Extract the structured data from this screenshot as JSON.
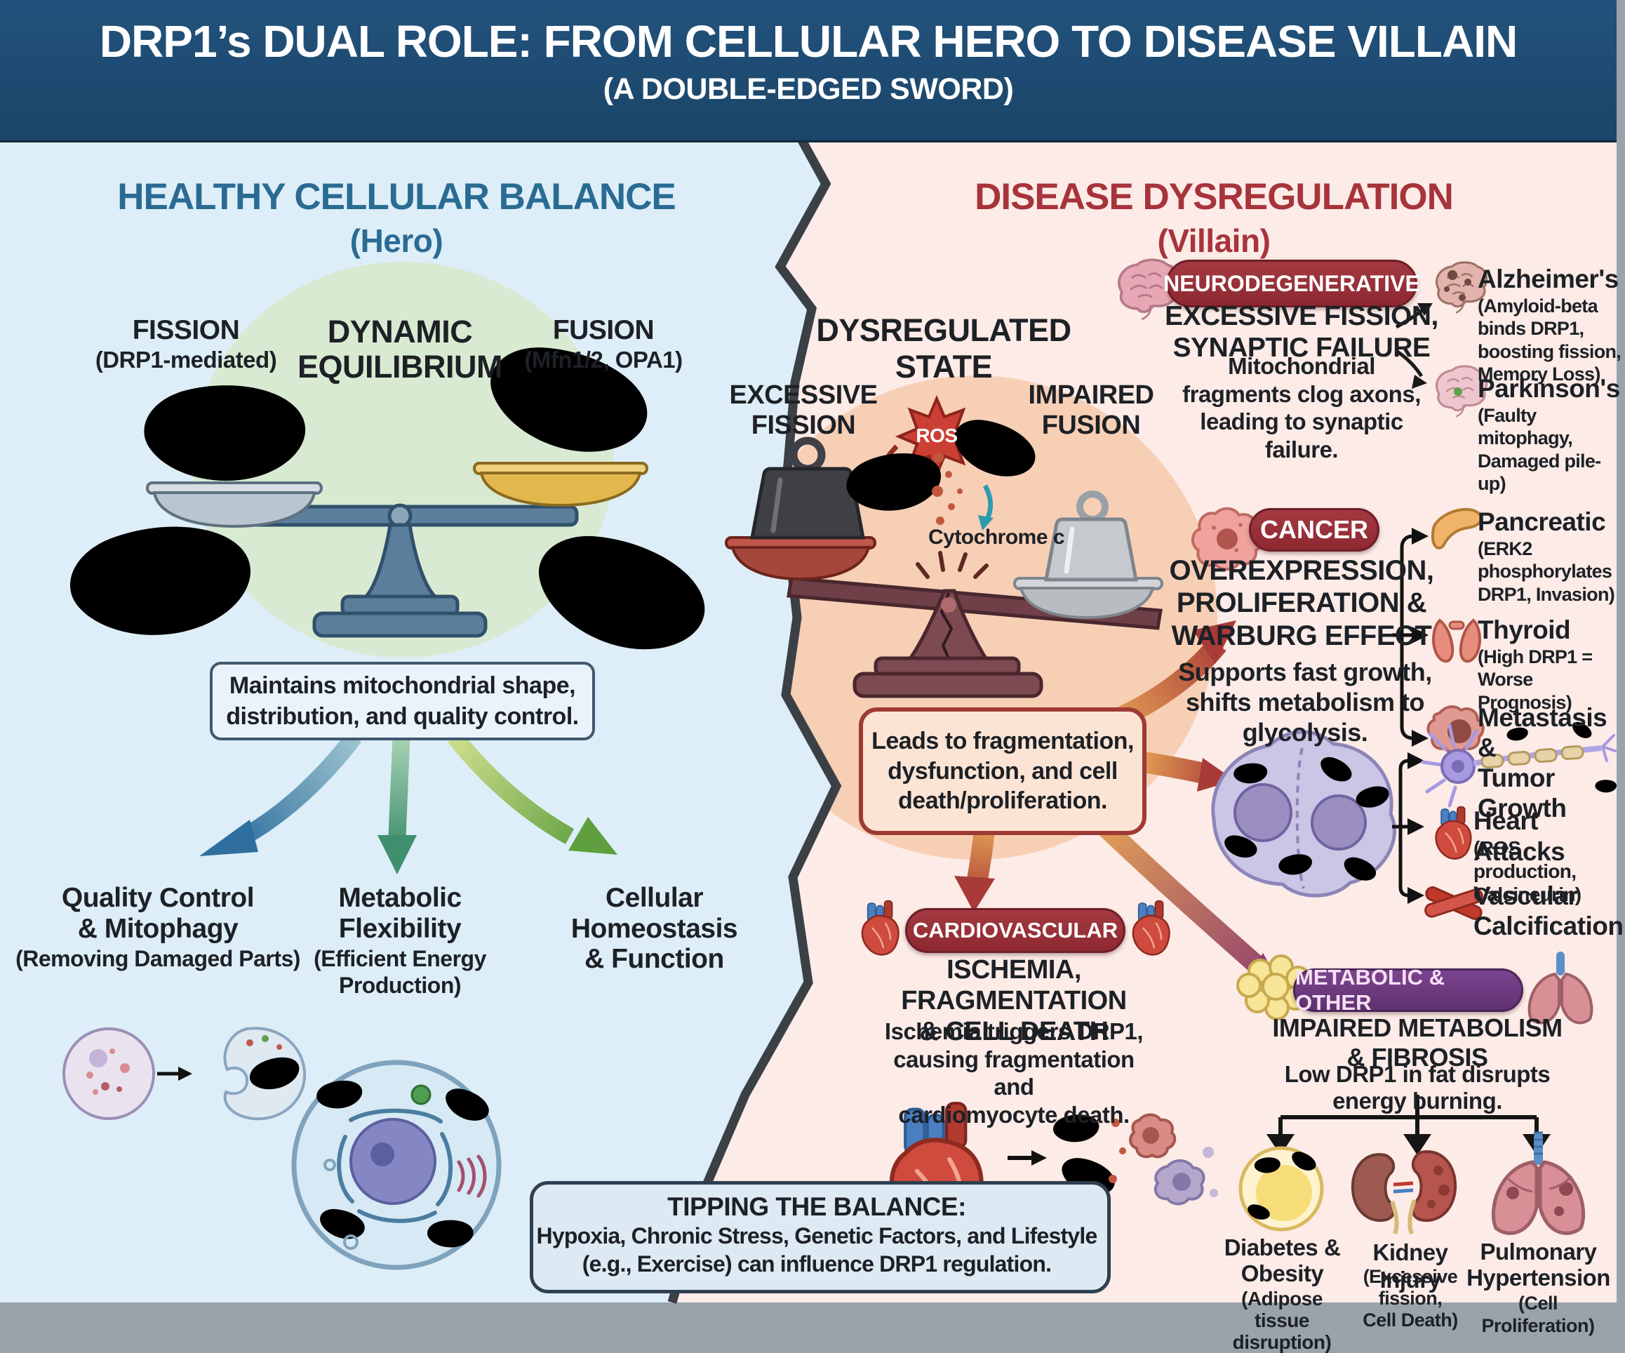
{
  "title": {
    "line1": "DRP1’s DUAL ROLE: FROM CELLULAR HERO TO DISEASE VILLAIN",
    "line2": "(A DOUBLE-EDGED SWORD)"
  },
  "left": {
    "heading": "HEALTHY CELLULAR BALANCE",
    "subheading": "(Hero)",
    "fission": {
      "label": "FISSION",
      "sub": "(DRP1-mediated)"
    },
    "equilibrium": "DYNAMIC\nEQUILIBRIUM",
    "fusion": {
      "label": "FUSION",
      "sub": "(Mfn1/2, OPA1)"
    },
    "maintains": "Maintains mitochondrial shape,\ndistribution, and quality control.",
    "outcomes": [
      {
        "title": "Quality Control\n& Mitophagy",
        "sub": "(Removing Damaged Parts)"
      },
      {
        "title": "Metabolic\nFlexibility",
        "sub": "(Efficient Energy\nProduction)"
      },
      {
        "title": "Cellular\nHomeostasis\n& Function",
        "sub": ""
      }
    ]
  },
  "right": {
    "heading": "DISEASE DYSREGULATION",
    "subheading": "(Villain)",
    "state": "DYSREGULATED\nSTATE",
    "excessive": "EXCESSIVE\nFISSION",
    "ros": "ROS",
    "impaired": "IMPAIRED\nFUSION",
    "cytochrome": "Cytochrome c",
    "leads": "Leads to fragmentation,\ndysfunction, and cell\ndeath/proliferation.",
    "neuro": {
      "badge": "NEURODEGENERATIVE",
      "title": "EXCESSIVE FISSION,\nSYNAPTIC FAILURE",
      "body": "Mitochondrial\nfragments clog axons,\nleading to synaptic\nfailure.",
      "alzheimers": {
        "name": "Alzheimer's",
        "sub": "(Amyloid-beta\nbinds DRP1,\nboosting fission,\nMemory Loss)"
      },
      "parkinsons": {
        "name": "Parkinson's",
        "sub": "(Faulty\nmitophagy,\nDamaged pile-up)"
      }
    },
    "cancer": {
      "badge": "CANCER",
      "title": "OVEREXPRESSION,\nPROLIFERATION &\nWARBURG EFFECT",
      "body": "Supports fast growth,\nshifts metabolism to\nglycolysis.",
      "pancreatic": {
        "name": "Pancreatic",
        "sub": "(ERK2\nphosphorylates\nDRP1, Invasion)"
      },
      "thyroid": {
        "name": "Thyroid",
        "sub": "(High DRP1 =\nWorse Prognosis)"
      },
      "metastasis": {
        "name": "Metastasis &\nTumor Growth"
      }
    },
    "cell_outcomes": {
      "heart": {
        "name": "Heart Attacks",
        "sub": "(ROS production,\nCalcineurin)"
      },
      "vascular": {
        "name": "Vascular\nCalcification"
      }
    },
    "cardio": {
      "badge": "CARDIOVASCULAR",
      "title": "ISCHEMIA, FRAGMENTATION\n& CELL DEATH",
      "body": "Ischemia triggers DRP1,\ncausing fragmentation and\ncardiomyocyte death."
    },
    "metabolic": {
      "badge": "METABOLIC & OTHER",
      "title": "IMPAIRED METABOLISM\n& FIBROSIS",
      "body": "Low DRP1 in fat disrupts\nenergy burning.",
      "diabetes": {
        "name": "Diabetes &\nObesity",
        "sub": "(Adipose tissue\ndisruption)"
      },
      "kidney": {
        "name": "Kidney Injury",
        "sub": "(Excessive fission,\nCell Death)"
      },
      "pulmonary": {
        "name": "Pulmonary\nHypertension",
        "sub": "(Cell Proliferation)"
      }
    }
  },
  "tipping": {
    "title": "TIPPING THE BALANCE:",
    "body": "Hypoxia, Chronic Stress, Genetic Factors, and Lifestyle\n(e.g., Exercise) can influence DRP1 regulation."
  },
  "colors": {
    "header_bg": "#1d4a70",
    "left_bg": "#ddeef8",
    "right_bg": "#fcebe7",
    "peach": "#f7cfb5",
    "green_halo": "#d9ead2",
    "left_heading": "#2a6b93",
    "right_heading": "#a7333b",
    "badge_red": "#9e3038",
    "badge_purple": "#733d80",
    "teal_arrow": "#2e9ab0"
  }
}
